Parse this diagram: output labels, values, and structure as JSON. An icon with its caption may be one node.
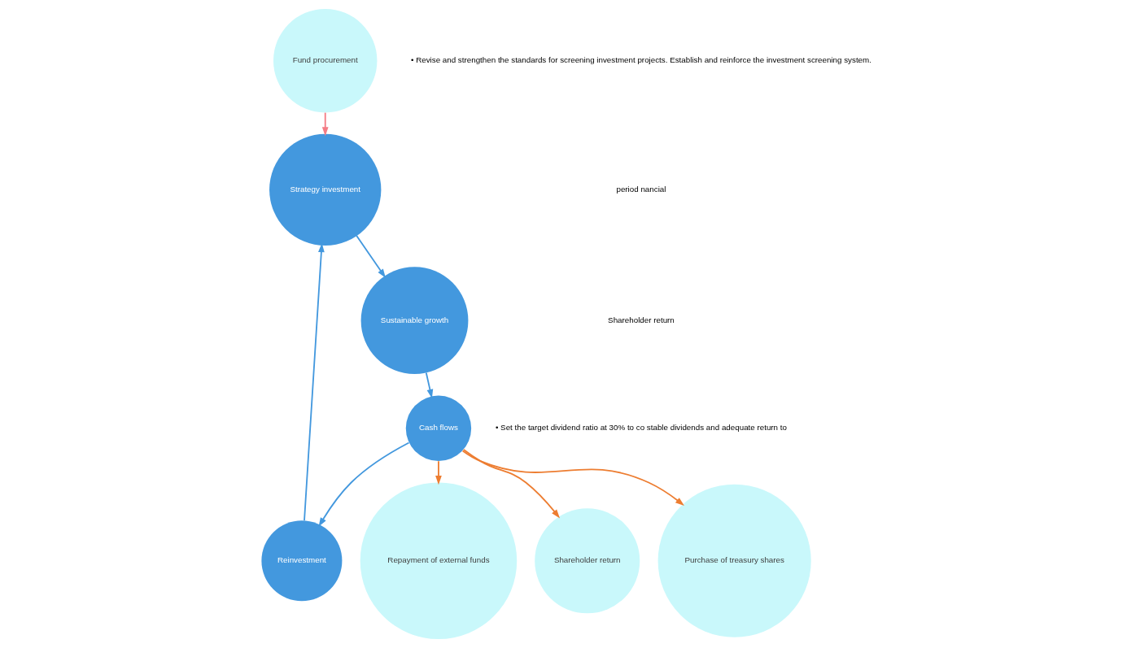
{
  "diagram": {
    "nodes": [
      {
        "text": [
          "Strategy investment"
        ]
      },
      {
        "text": [
          "Sustainable growth"
        ]
      },
      {
        "text": [
          "Reinvestment"
        ]
      },
      {
        "text": [
          "Cash flows"
        ]
      },
      {
        "text": [
          "Fund procurement"
        ]
      },
      {
        "text": [
          "Repayment of external funds"
        ]
      },
      {
        "text": [
          "Shareholder return"
        ]
      },
      {
        "text": [
          "Purchase of treasury shares"
        ]
      }
    ],
    "edges": [
      {
        "from": 0,
        "to": 1,
        "arrow": "to"
      },
      {
        "from": 1,
        "to": 3,
        "arrow": "to"
      },
      {
        "from": 3,
        "to": 2,
        "arrow": "to"
      },
      {
        "from": 2,
        "to": 0,
        "arrow": "to"
      },
      {
        "from": 4,
        "to": 0,
        "arrow": "to",
        "color": "#f47c85"
      },
      {
        "from": 3,
        "to": 5,
        "arrow": "to",
        "color": "#ed7d31"
      },
      {
        "from": 3,
        "to": 6,
        "arrow": "to",
        "color": "#ed7d31"
      },
      {
        "from": 3,
        "to": 7,
        "arrow": "to",
        "color": "#ed7d31"
      }
    ],
    "labels": [
      "• Revise and strengthen the standards for screening investment projects. Establish and reinforce the investment screening system.",
      "period nancial",
      "Shareholder return",
      "• Set the target dividend ratio at 30% to co stable dividends and adequate return to"
    ]
  }
}
